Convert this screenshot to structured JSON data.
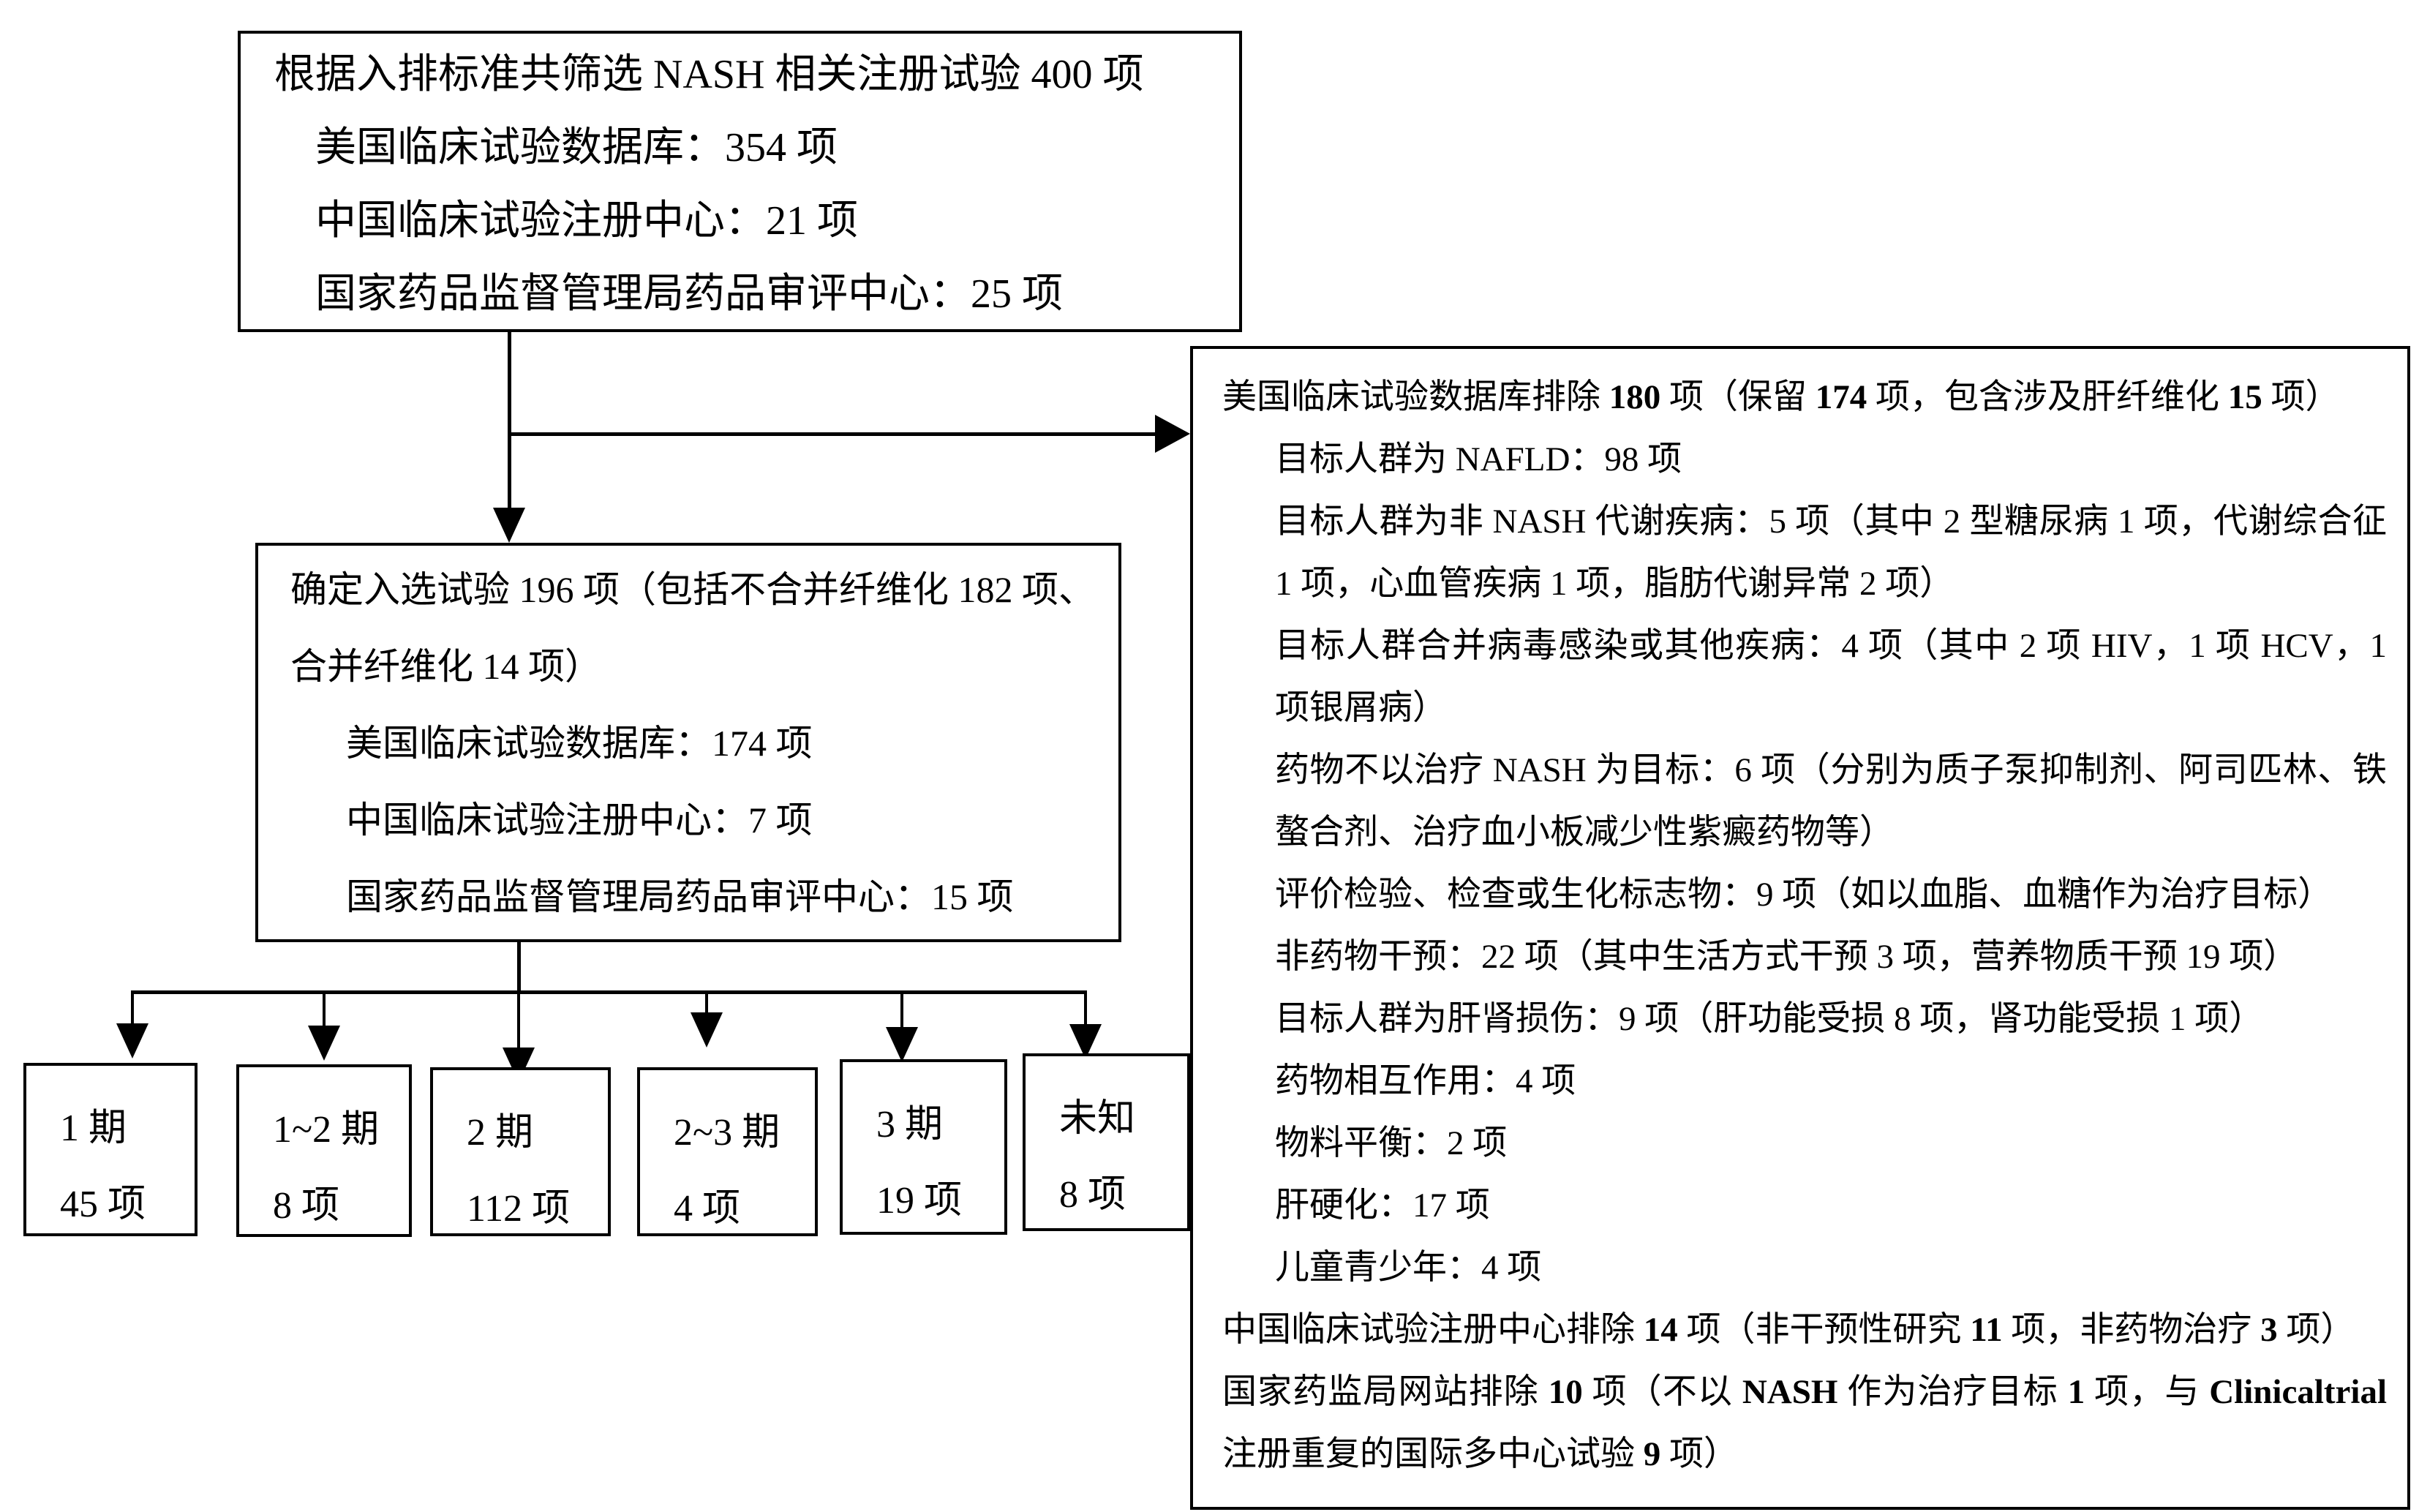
{
  "colors": {
    "ink": "#000000",
    "paper": "#ffffff"
  },
  "screening_box": {
    "title": "根据入排标准共筛选 NASH 相关注册试验 400 项",
    "items": [
      "美国临床试验数据库：354 项",
      "中国临床试验注册中心：21 项",
      "国家药品监督管理局药品审评中心：25 项"
    ]
  },
  "selected_box": {
    "title_lines": [
      "确定入选试验 196 项（包括不合并纤维化 182 项、",
      "合并纤维化 14 项）"
    ],
    "items": [
      "美国临床试验数据库：174 项",
      "中国临床试验注册中心：7 项",
      "国家药品监督管理局药品审评中心：15 项"
    ]
  },
  "phase_boxes": [
    {
      "label": "1 期",
      "count": "45 项"
    },
    {
      "label": "1~2 期",
      "count": "8 项"
    },
    {
      "label": "2 期",
      "count": "112 项"
    },
    {
      "label": "2~3 期",
      "count": "4 项"
    },
    {
      "label": "3 期",
      "count": "19 项"
    },
    {
      "label": "未知",
      "count": "8 项"
    }
  ],
  "exclusion_box": {
    "lines": [
      {
        "style": "title",
        "text": "美国临床试验数据库排除 **180** 项（保留 **174** 项，包含涉及肝纤维化 **15** 项）"
      },
      {
        "style": "detail",
        "text": "目标人群为 NAFLD：98 项"
      },
      {
        "style": "detail",
        "text": "目标人群为非 NASH 代谢疾病：5 项（其中 2 型糖尿病 1 项，代谢综合征 1 项，心血管疾病 1 项，脂肪代谢异常 2 项）"
      },
      {
        "style": "detail",
        "text": "目标人群合并病毒感染或其他疾病：4 项（其中 2 项 HIV，1 项 HCV，1 项银屑病）"
      },
      {
        "style": "detail",
        "text": "药物不以治疗 NASH 为目标：6 项（分别为质子泵抑制剂、阿司匹林、铁螯合剂、治疗血小板减少性紫癜药物等）"
      },
      {
        "style": "detail",
        "text": "评价检验、检查或生化标志物：9 项（如以血脂、血糖作为治疗目标）"
      },
      {
        "style": "detail",
        "text": "非药物干预：22 项（其中生活方式干预 3 项，营养物质干预 19 项）"
      },
      {
        "style": "detail",
        "text": "目标人群为肝肾损伤：9 项（肝功能受损 8 项，肾功能受损 1 项）"
      },
      {
        "style": "detail",
        "text": "药物相互作用：4 项"
      },
      {
        "style": "detail",
        "text": "物料平衡：2 项"
      },
      {
        "style": "detail",
        "text": "肝硬化：17 项"
      },
      {
        "style": "detail",
        "text": "儿童青少年：4 项"
      },
      {
        "style": "title",
        "text": "中国临床试验注册中心排除 **14** 项（非干预性研究 **11** 项，非药物治疗 **3** 项）"
      },
      {
        "style": "title",
        "text": "国家药监局网站排除 **10** 项（不以 **NASH** 作为治疗目标 **1** 项，与 **Clinicaltrial** 注册重复的国际多中心试验 **9** 项）"
      }
    ]
  }
}
